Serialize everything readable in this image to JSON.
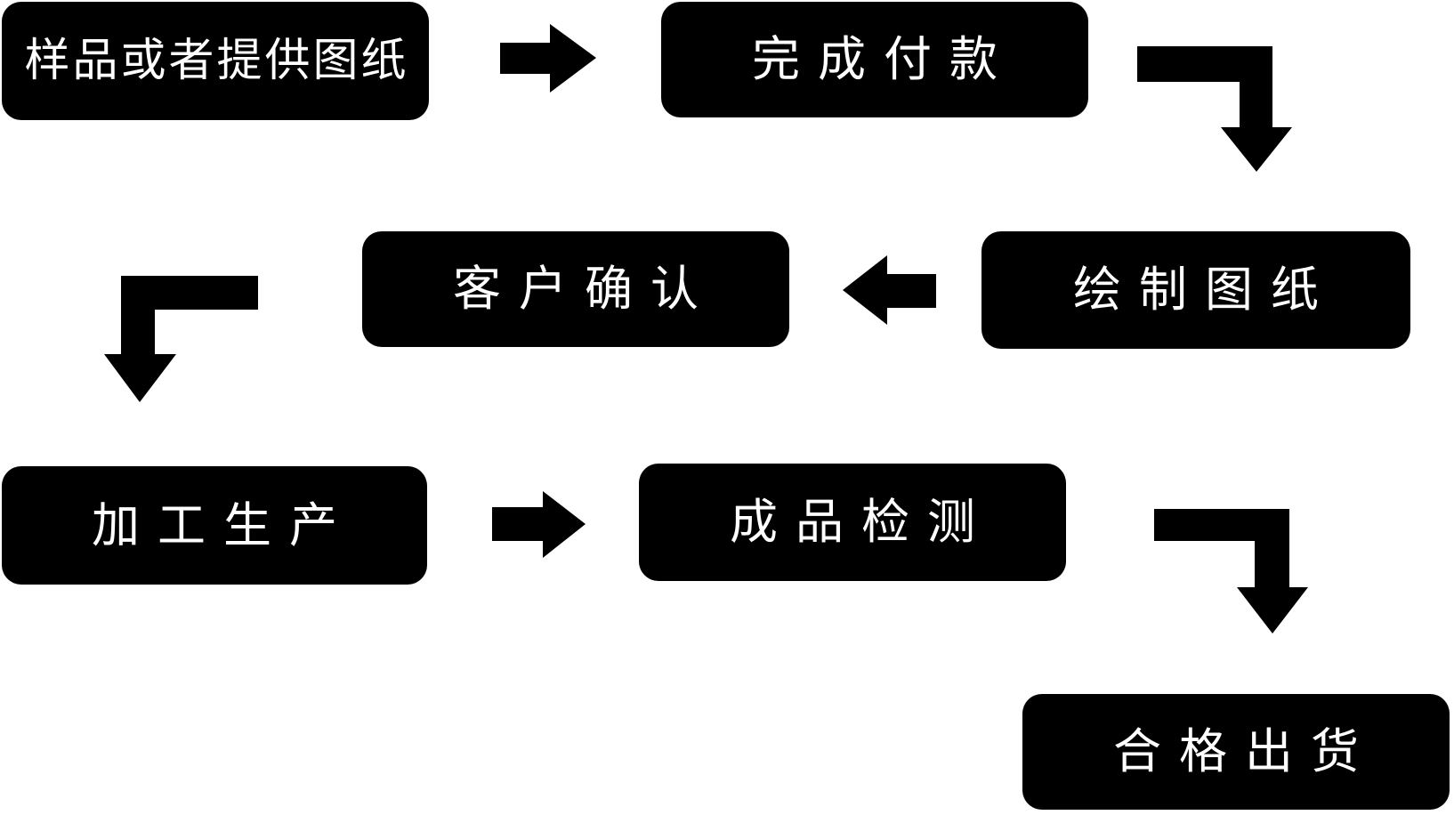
{
  "diagram": {
    "type": "flowchart",
    "background_color": "#ffffff",
    "node_fill_color": "#000000",
    "node_text_color": "#ffffff",
    "arrow_color": "#000000",
    "nodes": [
      {
        "id": "sample-or-drawings",
        "label": "样品或者提供图纸"
      },
      {
        "id": "payment",
        "label": "完成付款"
      },
      {
        "id": "draw-drawings",
        "label": "绘制图纸"
      },
      {
        "id": "customer-confirm",
        "label": "客户确认"
      },
      {
        "id": "production",
        "label": "加工生产"
      },
      {
        "id": "inspection",
        "label": "成品检测"
      },
      {
        "id": "shipment",
        "label": "合格出货"
      }
    ],
    "connectors": [
      {
        "from": "样品或者提供图纸",
        "to": "完成付款",
        "shape": "straight-right-arrow"
      },
      {
        "from": "完成付款",
        "to": "绘制图纸",
        "shape": "elbow-right-then-down-arrow"
      },
      {
        "from": "绘制图纸",
        "to": "客户确认",
        "shape": "straight-left-arrow"
      },
      {
        "from": "客户确认",
        "to": "加工生产",
        "shape": "elbow-left-then-down-arrow"
      },
      {
        "from": "加工生产",
        "to": "成品检测",
        "shape": "straight-right-arrow"
      },
      {
        "from": "成品检测",
        "to": "合格出货",
        "shape": "elbow-right-then-down-arrow"
      }
    ]
  }
}
